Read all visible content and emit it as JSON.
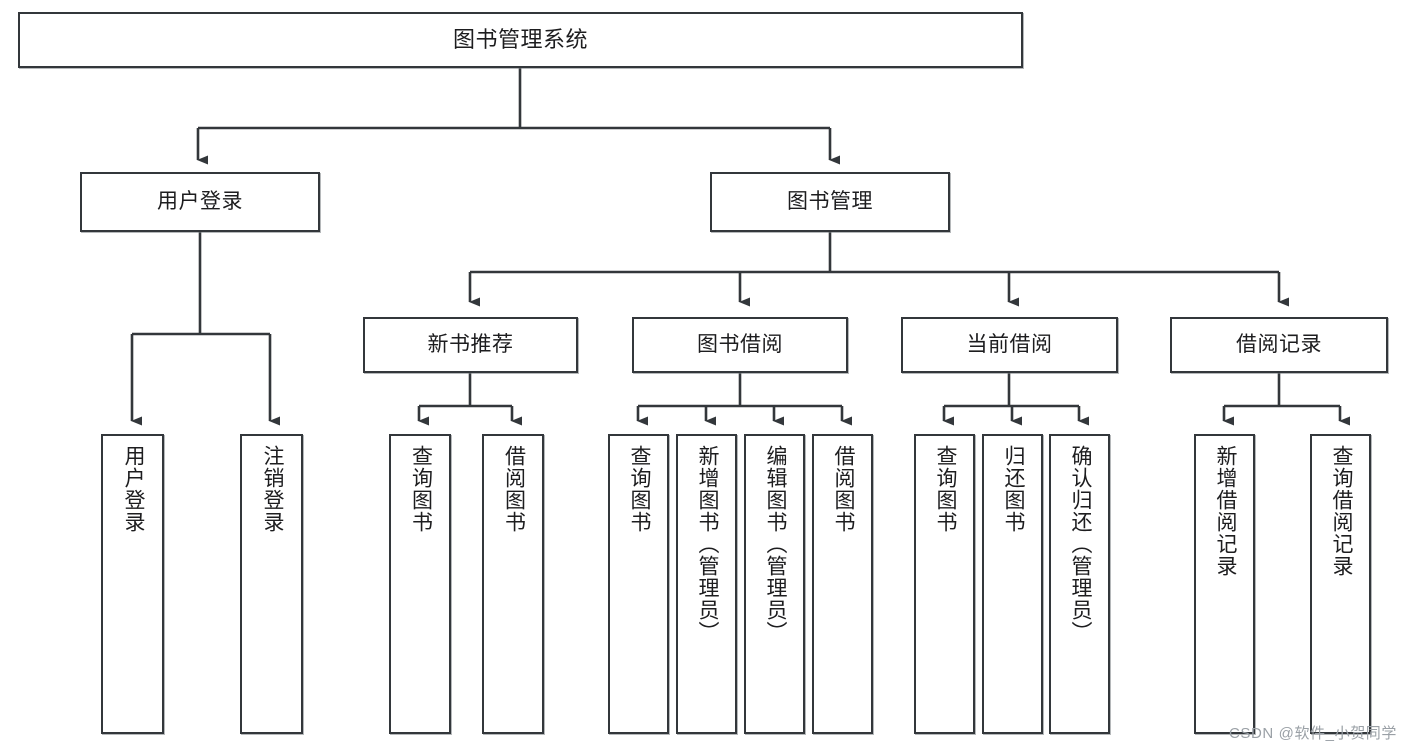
{
  "diagram": {
    "title": "图书管理系统",
    "type": "tree",
    "watermark": "CSDN @软件_小贺同学",
    "colors": {
      "background": "#ffffff",
      "node_border": "#33373b",
      "node_fill": "#ffffff",
      "edge": "#33373b",
      "text": "#1d1d1f",
      "watermark": "#9aa0a6"
    },
    "root": {
      "label": "图书管理系统"
    },
    "level2": [
      {
        "label": "用户登录"
      },
      {
        "label": "图书管理"
      }
    ],
    "level3": [
      {
        "label": "新书推荐"
      },
      {
        "label": "图书借阅"
      },
      {
        "label": "当前借阅"
      },
      {
        "label": "借阅记录"
      }
    ],
    "leaves": {
      "user_login": [
        {
          "label": "用户登录"
        },
        {
          "label": "注销登录"
        }
      ],
      "new_book": [
        {
          "label": "查询图书"
        },
        {
          "label": "借阅图书"
        }
      ],
      "book_borrow": [
        {
          "label": "查询图书"
        },
        {
          "label": "新增图书（管理员）"
        },
        {
          "label": "编辑图书（管理员）"
        },
        {
          "label": "借阅图书"
        }
      ],
      "current_borrow": [
        {
          "label": "查询图书"
        },
        {
          "label": "归还图书"
        },
        {
          "label": "确认归还（管理员）"
        }
      ],
      "borrow_record": [
        {
          "label": "新增借阅记录"
        },
        {
          "label": "查询借阅记录"
        }
      ]
    }
  }
}
